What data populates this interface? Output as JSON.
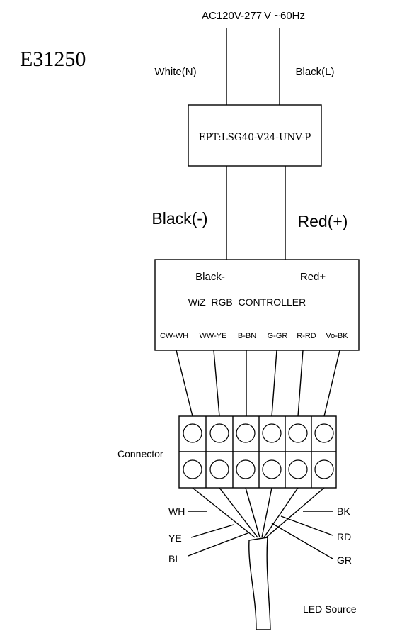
{
  "supply": {
    "label": "AC120V-277 V ~60Hz"
  },
  "model_id": "E31250",
  "input_wires": {
    "neutral": "White(N)",
    "line": "Black(L)"
  },
  "driver": {
    "label": "EPT:LSG40-V24-UNV-P"
  },
  "dc_wires": {
    "negative": "Black(-)",
    "positive": "Red(+)"
  },
  "controller": {
    "neg_label": "Black-",
    "pos_label": "Red+",
    "title": "WiZ  RGB  CONTROLLER",
    "outputs": [
      "CW-WH",
      "WW-YE",
      "B-BN",
      "G-GR",
      "R-RD",
      "Vo-BK"
    ]
  },
  "connector": {
    "label": "Connector"
  },
  "cable_left": [
    "WH",
    "YE",
    "BL"
  ],
  "cable_right": [
    "BK",
    "RD",
    "GR"
  ],
  "led_source": "LED Source"
}
